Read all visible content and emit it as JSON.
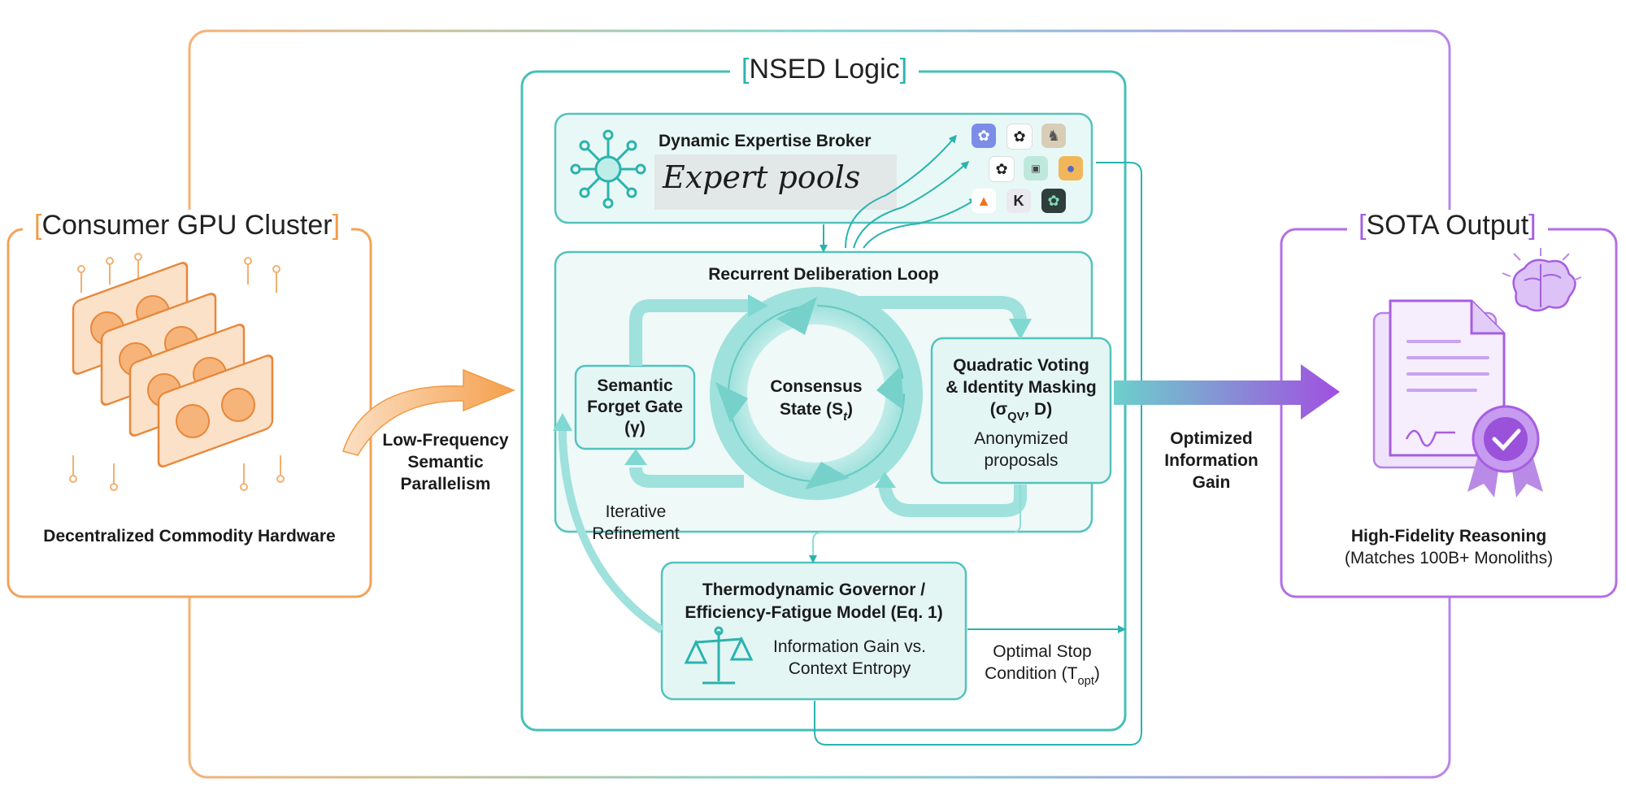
{
  "panels": {
    "left": {
      "title": "Consumer GPU Cluster",
      "caption": "Decentralized Commodity Hardware"
    },
    "middle": {
      "title": "NSED Logic",
      "broker": {
        "label": "Dynamic Expertise Broker",
        "pools": "Expert pools"
      },
      "loop": {
        "label": "Recurrent Deliberation Loop",
        "forget_gate": [
          "Semantic",
          "Forget Gate",
          "(γ)"
        ],
        "consensus": [
          "Consensus",
          "State (S",
          "t",
          ")"
        ],
        "voting": [
          "Quadratic Voting",
          "& Identity Masking",
          "(σ",
          "QV",
          ", D)",
          "Anonymized",
          "proposals"
        ]
      },
      "refinement": [
        "Iterative",
        "Refinement"
      ],
      "governor": {
        "title": [
          "Thermodynamic Governor /",
          "Efficiency-Fatigue Model (Eq. 1)"
        ],
        "body": [
          "Information Gain vs.",
          "Context Entropy"
        ]
      },
      "stop": [
        "Optimal Stop",
        "Condition (T",
        "opt",
        ")"
      ]
    },
    "right": {
      "title": "SOTA Output",
      "caption": [
        "High-Fidelity Reasoning",
        "(Matches 100B+ Monoliths)"
      ]
    }
  },
  "arrows": {
    "parallelism": [
      "Low-Frequency",
      "Semantic",
      "Parallelism"
    ],
    "gain": [
      "Optimized",
      "Information",
      "Gain"
    ]
  },
  "icons": {
    "gpu": "gpu-cluster-icon",
    "network": "network-hub-icon",
    "cycle": "cycle-arrows-icon",
    "scale": "balance-scale-icon",
    "document": "document-certificate-icon",
    "brain": "brain-icon",
    "models": [
      "openai-icon",
      "openai-icon",
      "llama-icon",
      "openai-icon",
      "model-icon",
      "avatar-icon",
      "mistral-icon",
      "k-icon",
      "openai-icon"
    ]
  },
  "colors": {
    "orange": "#f29a45",
    "teal": "#2bb3ad",
    "purple": "#a55ee0"
  }
}
